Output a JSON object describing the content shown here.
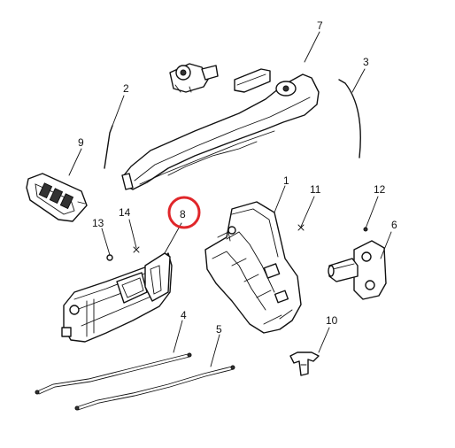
{
  "callouts": [
    "1",
    "2",
    "3",
    "4",
    "5",
    "6",
    "7",
    "8",
    "9",
    "10",
    "11",
    "12",
    "13",
    "14"
  ],
  "highlight": {
    "label": "8",
    "color": "#e0262a"
  }
}
